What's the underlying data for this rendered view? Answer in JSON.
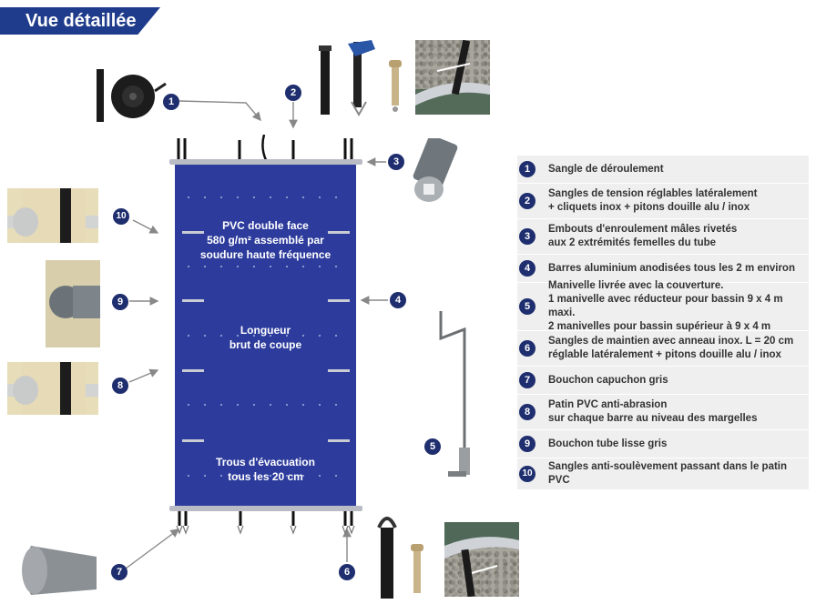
{
  "header": {
    "title": "Vue détaillée"
  },
  "cover": {
    "text_top": "PVC double face\n580 g/m² assemblé par\nsoudure haute fréquence",
    "text_middle": "Longueur\nbrut de coupe",
    "text_bottom": "Trous d'évacuation\ntous les 20 cm"
  },
  "callouts": [
    "1",
    "2",
    "3",
    "4",
    "5",
    "6",
    "7",
    "8",
    "9",
    "10"
  ],
  "legend": [
    {
      "num": "1",
      "text": "Sangle de déroulement"
    },
    {
      "num": "2",
      "text": "Sangles de tension réglables latéralement\n+ cliquets inox + pitons douille alu / inox"
    },
    {
      "num": "3",
      "text": "Embouts d'enroulement mâles rivetés\naux 2 extrémités femelles du tube"
    },
    {
      "num": "4",
      "text": "Barres aluminium anodisées tous les 2 m environ"
    },
    {
      "num": "5",
      "text": "Manivelle livrée avec la couverture.\n1 manivelle avec réducteur pour bassin 9 x 4 m maxi.\n2 manivelles pour bassin supérieur à 9 x 4 m"
    },
    {
      "num": "6",
      "text": "Sangles de maintien avec anneau inox. L = 20 cm\nréglable latéralement + pitons douille alu / inox"
    },
    {
      "num": "7",
      "text": "Bouchon capuchon gris"
    },
    {
      "num": "8",
      "text": "Patin PVC anti-abrasion\nsur chaque barre au niveau des margelles"
    },
    {
      "num": "9",
      "text": "Bouchon tube lisse gris"
    },
    {
      "num": "10",
      "text": "Sangles anti-soulèvement passant dans le patin PVC"
    }
  ],
  "colors": {
    "cover": "#2d3c9c",
    "badge": "#1e2e6e",
    "banner": "#1f3b8c",
    "legend_bg": "#efefef"
  }
}
